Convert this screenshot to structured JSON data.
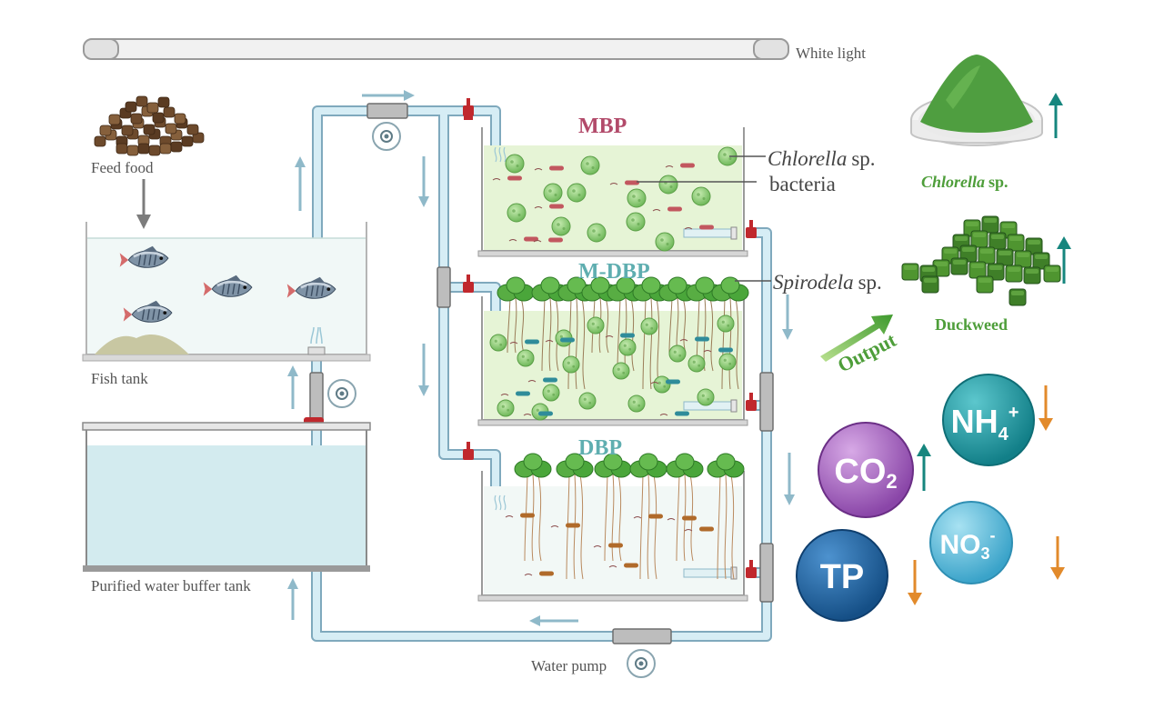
{
  "light": {
    "label": "White light"
  },
  "feed": {
    "label": "Feed food"
  },
  "tanks": {
    "fish": "Fish tank",
    "buffer": "Purified water buffer tank",
    "pump": "Water pump"
  },
  "reactors": {
    "mbp": "MBP",
    "mdbp": "M-DBP",
    "dbp": "DBP"
  },
  "species": {
    "chlorella": "Chlorella",
    "chlorella_suffix": "sp.",
    "bacteria": "bacteria",
    "spirodela": "Spirodela",
    "spirodela_suffix": "sp."
  },
  "products": {
    "chlorella_name": "Chlorella",
    "chlorella_suffix": "sp.",
    "duckweed": "Duckweed",
    "output": "Output"
  },
  "indicators": [
    {
      "id": "co2",
      "base": "CO",
      "sub": "2",
      "sup": "",
      "trend": "up",
      "color": "#9b59b6"
    },
    {
      "id": "nh4",
      "base": "NH",
      "sub": "4",
      "sup": "+",
      "trend": "down",
      "color": "#1f9aa3"
    },
    {
      "id": "no3",
      "base": "NO",
      "sub": "3",
      "sup": "-",
      "trend": "down",
      "color": "#4fb6d8"
    },
    {
      "id": "tp",
      "base": "TP",
      "sub": "",
      "sup": "",
      "trend": "down",
      "color": "#1f68a8"
    }
  ],
  "colors": {
    "pipe": "#b8dbe8",
    "pipe_edge": "#7fa9bd",
    "valve": "#c0282d",
    "algae": "#8fce78",
    "duckweed": "#4aa63a",
    "trend_up": "#16867e",
    "trend_down": "#e28a2b",
    "flow_arrow": "#8fb9c9"
  }
}
